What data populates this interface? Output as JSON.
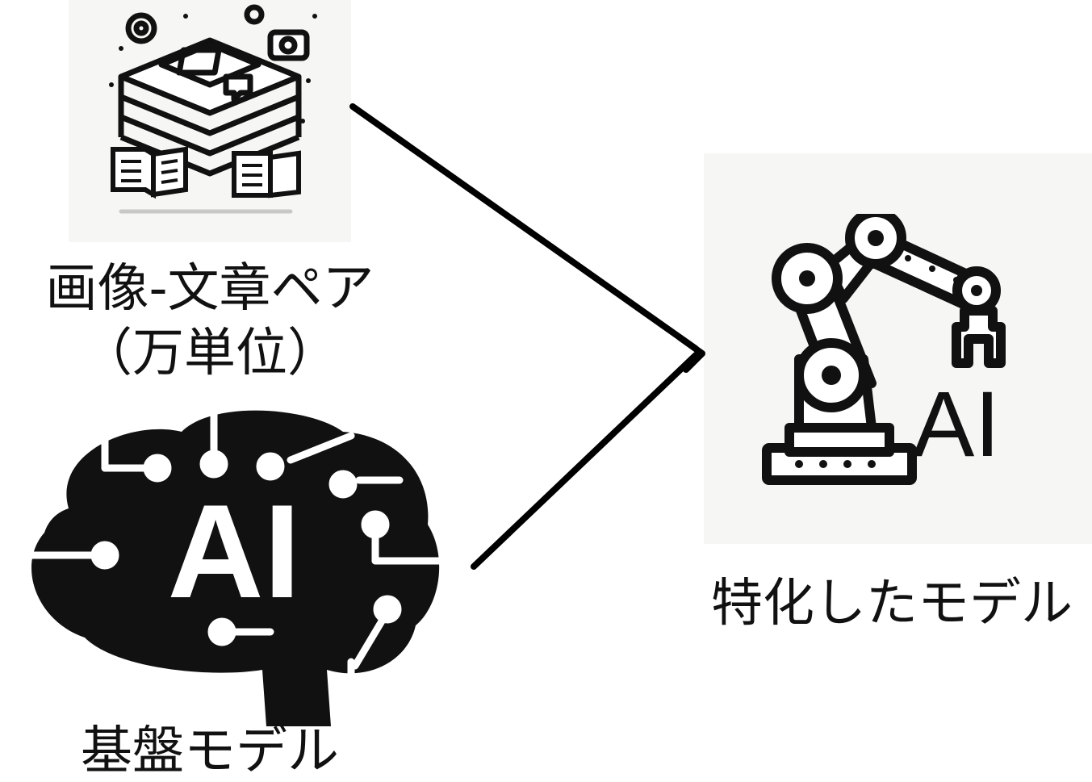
{
  "diagram": {
    "nodes": {
      "dataset": {
        "icon": "dataset-stack-icon",
        "label_line1": "画像-文章ペア",
        "label_line2": "（万単位）"
      },
      "foundation_model": {
        "icon": "ai-brain-icon",
        "icon_text": "AI",
        "label": "基盤モデル"
      },
      "specialized_model": {
        "icon": "robot-arm-icon",
        "icon_text": "AI",
        "label": "特化したモデル"
      }
    },
    "edges": [
      {
        "from": "dataset",
        "to": "specialized_model"
      },
      {
        "from": "foundation_model",
        "to": "specialized_model"
      }
    ],
    "colors": {
      "ink": "#111111",
      "panel": "#f6f6f4",
      "background": "#ffffff"
    }
  }
}
